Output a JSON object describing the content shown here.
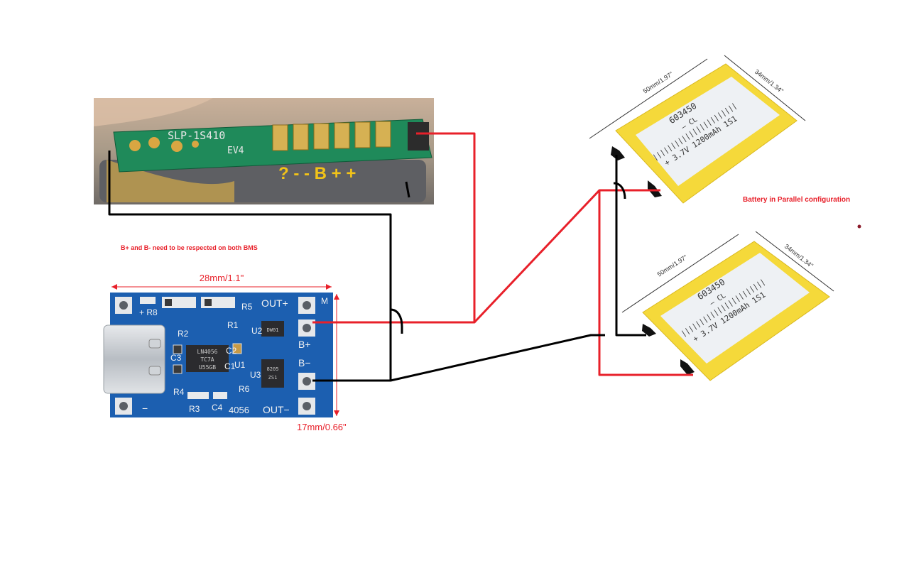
{
  "annotations": {
    "parallel_note": "Battery in Parallel configuration",
    "bms_note": "B+ and B- need to be respected on both BMS"
  },
  "bms_board": {
    "model": "SLP-1S410",
    "revision": "EV4",
    "pad_markings": "? - - B + +"
  },
  "charger_board": {
    "width_dim": "28mm/1.1\"",
    "height_dim": "17mm/0.66\"",
    "chip_label": "4056",
    "labels": {
      "r8": "R8",
      "r2": "R2",
      "r1": "R1",
      "r3": "R3",
      "r4": "R4",
      "r5": "R5",
      "r6": "R6",
      "c1": "C1",
      "c2": "C2",
      "c3": "C3",
      "c4": "C4",
      "u1": "U1",
      "u2": "U2",
      "u3": "U3",
      "m": "M",
      "out_plus": "OUT+",
      "out_minus": "OUT−",
      "b_plus": "B+",
      "b_minus": "B−",
      "minus": "−",
      "plus_r8": "+ R8"
    },
    "ic_main_text": [
      "LN4056",
      "TC7A",
      "U55GB"
    ],
    "ic_small_text": "DW01",
    "ic_mosfet_text": [
      "8205",
      "ZS1"
    ]
  },
  "battery_top": {
    "length_dim": "50mm/1.97\"",
    "width_dim": "34mm/1.34\"",
    "model": "603450",
    "line1": "— CL",
    "line2": "+ 3.7V 1200mAh 1S1",
    "barcode": "|||||||||||||||||||||||"
  },
  "battery_bottom": {
    "length_dim": "50mm/1.97\"",
    "width_dim": "34mm/1.34\"",
    "model": "603450",
    "line1": "— CL",
    "line2": "+ 3.7V 1200mAh 1S1",
    "barcode": "|||||||||||||||||||||||"
  },
  "colors": {
    "wire_positive": "#e8202a",
    "wire_negative": "#000000",
    "pcb_blue": "#1c5fb0",
    "pcb_green": "#1f8a5a",
    "battery_yellow": "#f5d93a",
    "battery_label": "#eef1f4",
    "note_red": "#e8202a",
    "marker_yellow": "#f2c318"
  }
}
